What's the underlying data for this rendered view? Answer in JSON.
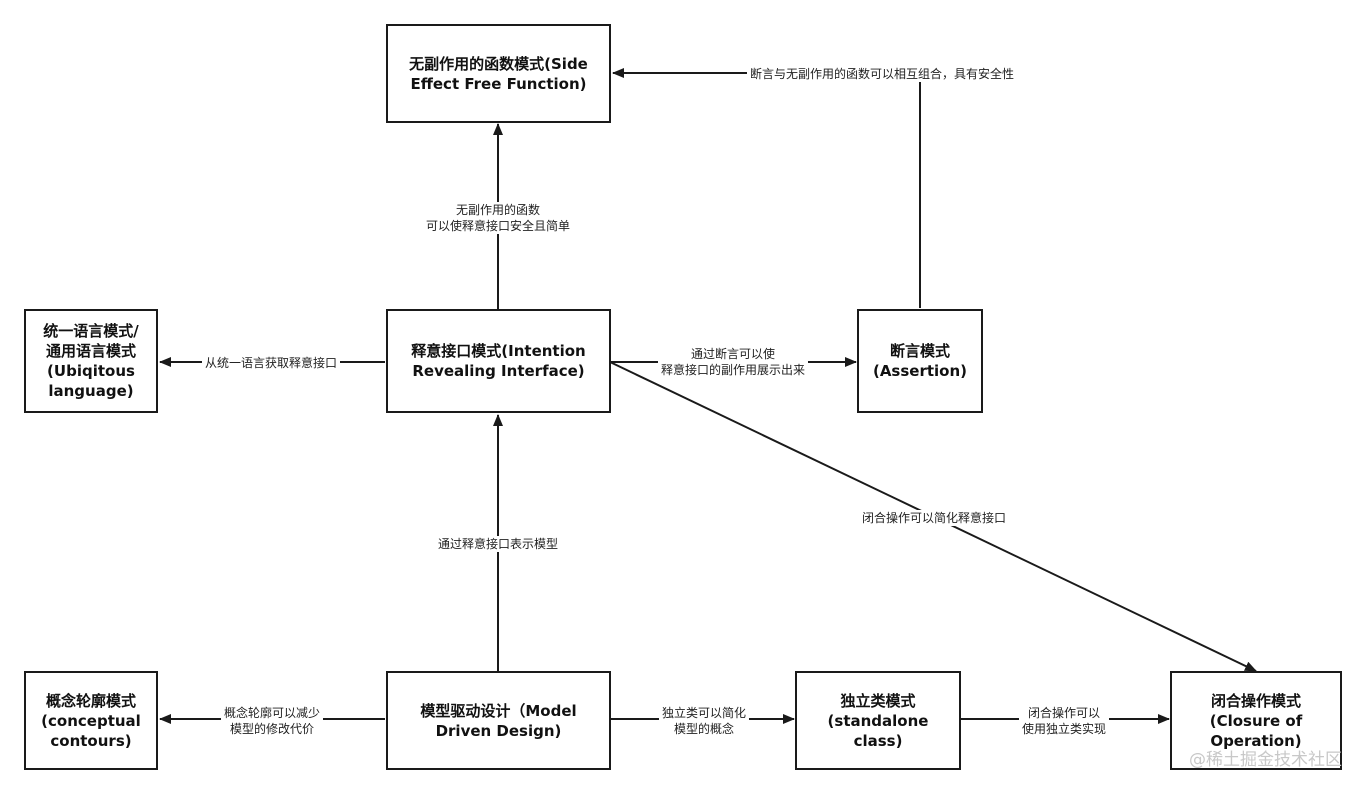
{
  "nodes": {
    "side_effect_free": "无副作用的函数模式(Side\nEffect Free Function)",
    "ubiquitous": "统一语言模式/\n通用语言模式\n(Ubiqitous\nlanguage)",
    "intention_revealing": "释意接口模式(Intention\nRevealing Interface)",
    "assertion": "断言模式\n(Assertion)",
    "conceptual_contours": "概念轮廓模式\n(conceptual\ncontours)",
    "model_driven": "模型驱动设计（Model\nDriven Design)",
    "standalone_class": "独立类模式\n(standalone class)",
    "closure_of_operation": "闭合操作模式\n(Closure of\nOperation)"
  },
  "edges": {
    "assertion_to_side_effect": "断言与无副作用的函数可以相互组合，具有安全性",
    "intention_to_side_effect": "无副作用的函数\n可以使释意接口安全且简单",
    "intention_to_ubiquitous": "从统一语言获取释意接口",
    "intention_to_assertion": "通过断言可以使\n释意接口的副作用展示出来",
    "intention_to_closure": "闭合操作可以简化释意接口",
    "model_to_intention": "通过释意接口表示模型",
    "model_to_conceptual": "概念轮廓可以减少\n模型的修改代价",
    "model_to_standalone": "独立类可以简化\n模型的概念",
    "standalone_to_closure": "闭合操作可以\n使用独立类实现"
  },
  "watermark": "@稀土掘金技术社区",
  "colors": {
    "stroke": "#1a1a1a",
    "watermark": "#c8c8c8"
  }
}
